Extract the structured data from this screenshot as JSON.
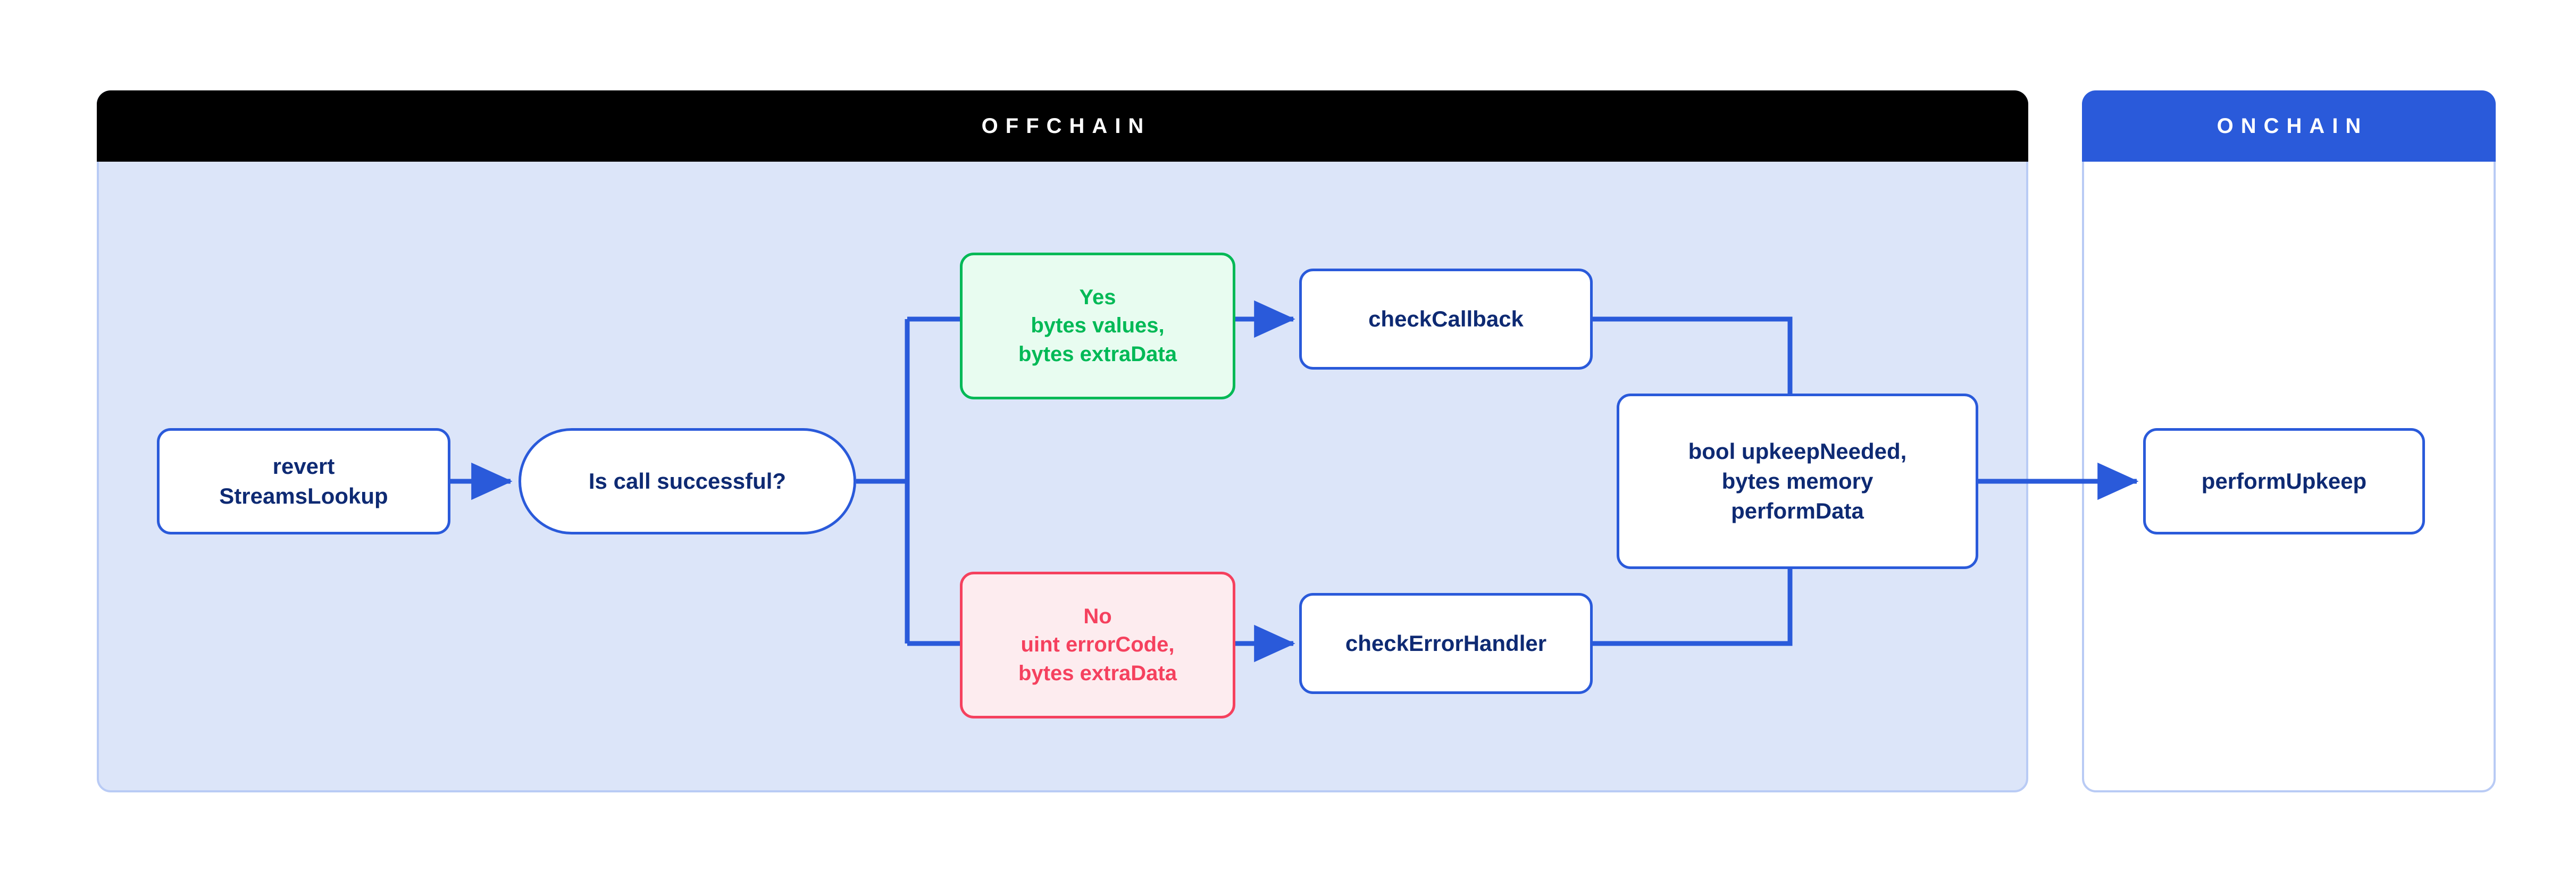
{
  "diagram": {
    "type": "flowchart",
    "panels": [
      {
        "id": "offchain",
        "title": "OFFCHAIN",
        "header_bg": "#000000",
        "header_text_color": "#ffffff",
        "body_bg": "#dce5f9",
        "border_color": "#b9cbf5"
      },
      {
        "id": "onchain",
        "title": "ONCHAIN",
        "header_bg": "#2a5ada",
        "header_text_color": "#ffffff",
        "body_bg": "#ffffff",
        "border_color": "#b9cbf5"
      }
    ],
    "nodes": [
      {
        "id": "revert",
        "label": "revert\nStreamsLookup",
        "shape": "rounded-rect",
        "panel": "offchain",
        "fill": "#ffffff",
        "border_color": "#2a5ada",
        "text_color": "#0e2a73"
      },
      {
        "id": "decision",
        "label": "Is call successful?",
        "shape": "pill",
        "panel": "offchain",
        "fill": "#ffffff",
        "border_color": "#2a5ada",
        "text_color": "#0e2a73"
      },
      {
        "id": "yes",
        "label": "Yes\nbytes values,\nbytes extraData",
        "shape": "rounded-rect",
        "panel": "offchain",
        "fill": "#e8fcf0",
        "border_color": "#00b956",
        "text_color": "#00b956"
      },
      {
        "id": "no",
        "label": "No\nuint errorCode,\nbytes extraData",
        "shape": "rounded-rect",
        "panel": "offchain",
        "fill": "#fdecef",
        "border_color": "#f5415e",
        "text_color": "#f5415e"
      },
      {
        "id": "callback",
        "label": "checkCallback",
        "shape": "rounded-rect",
        "panel": "offchain",
        "fill": "#ffffff",
        "border_color": "#2a5ada",
        "text_color": "#0e2a73"
      },
      {
        "id": "errorhandler",
        "label": "checkErrorHandler",
        "shape": "rounded-rect",
        "panel": "offchain",
        "fill": "#ffffff",
        "border_color": "#2a5ada",
        "text_color": "#0e2a73"
      },
      {
        "id": "upkeepneeded",
        "label": "bool upkeepNeeded,\nbytes memory\nperformData",
        "shape": "rounded-rect",
        "panel": "offchain",
        "fill": "#ffffff",
        "border_color": "#2a5ada",
        "text_color": "#0e2a73"
      },
      {
        "id": "performupkeep",
        "label": "performUpkeep",
        "shape": "rounded-rect",
        "panel": "onchain",
        "fill": "#ffffff",
        "border_color": "#2a5ada",
        "text_color": "#0e2a73"
      }
    ],
    "edges": [
      {
        "from": "revert",
        "to": "decision",
        "arrow": true,
        "style": "straight"
      },
      {
        "from": "decision",
        "to": "yes",
        "arrow": false,
        "style": "orthogonal-up"
      },
      {
        "from": "decision",
        "to": "no",
        "arrow": false,
        "style": "orthogonal-down"
      },
      {
        "from": "yes",
        "to": "callback",
        "arrow": true,
        "style": "straight"
      },
      {
        "from": "no",
        "to": "errorhandler",
        "arrow": true,
        "style": "straight"
      },
      {
        "from": "callback",
        "to": "upkeepneeded",
        "arrow": false,
        "style": "orthogonal-down"
      },
      {
        "from": "errorhandler",
        "to": "upkeepneeded",
        "arrow": false,
        "style": "orthogonal-up"
      },
      {
        "from": "upkeepneeded",
        "to": "performupkeep",
        "arrow": true,
        "style": "straight"
      }
    ],
    "colors": {
      "connector": "#2a5ada",
      "panel_border": "#b9cbf5",
      "offchain_bg": "#dce5f9",
      "node_text": "#0e2a73",
      "success": "#00b956",
      "success_bg": "#e8fcf0",
      "error": "#f5415e",
      "error_bg": "#fdecef"
    }
  }
}
